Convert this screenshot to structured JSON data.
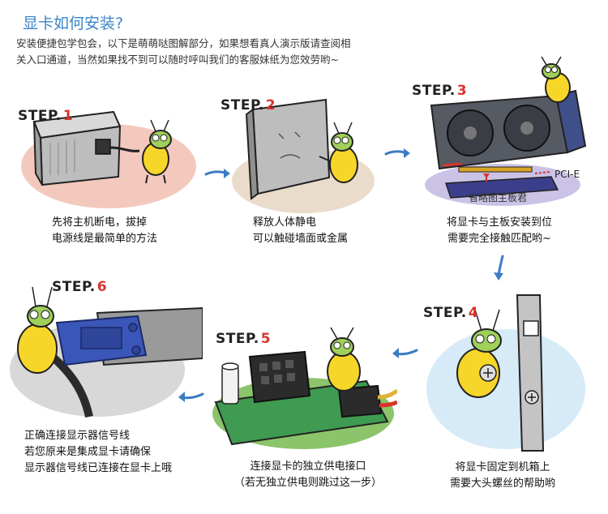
{
  "header": {
    "title": "显卡如何安装?",
    "intro_line1": "安装便捷包学包会，以下是萌萌哒图解部分，如果想看真人演示版请查阅相",
    "intro_line2": "关入口通道，当然如果找不到可以随时呼叫我们的客服妹纸为您效劳哟~"
  },
  "steps": [
    {
      "label": "STEP.",
      "num": "1",
      "line1": "先将主机断电，拔掉",
      "line2": "电源线是最简单的方法"
    },
    {
      "label": "STEP.",
      "num": "2",
      "line1": "释放人体静电",
      "line2": "可以触碰墙面或金属"
    },
    {
      "label": "STEP.",
      "num": "3",
      "line1": "将显卡与主板安装到位",
      "line2": "需要完全接触匹配哟~"
    },
    {
      "label": "STEP.",
      "num": "4",
      "line1": "将显卡固定到机箱上",
      "line2": "需要大头螺丝的帮助哟"
    },
    {
      "label": "STEP.",
      "num": "5",
      "line1": "连接显卡的独立供电接口",
      "line2": "（若无独立供电则跳过这一步）"
    },
    {
      "label": "STEP.",
      "num": "6",
      "line1": "正确连接显示器信号线",
      "line2": "若您原来是集成显卡请确保",
      "line3": "显示器信号线已连接在显卡上哦"
    }
  ],
  "annotations": {
    "pcie": "PCI-E",
    "motherboard": "省略图主板君"
  },
  "colors": {
    "title": "#3b86c8",
    "step_number": "#d9342b",
    "arrow": "#3b7cc4",
    "blob_pink": "#f4c9bd",
    "blob_beige": "#eadccb",
    "blob_purple": "#cbc3e6",
    "blob_blue": "#d6ebf7",
    "blob_green": "#8cc46b",
    "blob_grey": "#d8d8d8",
    "bug_yellow": "#f7d62a"
  },
  "icons": [
    "arrow-right-icon",
    "arrow-left-icon",
    "arrow-down-icon"
  ]
}
